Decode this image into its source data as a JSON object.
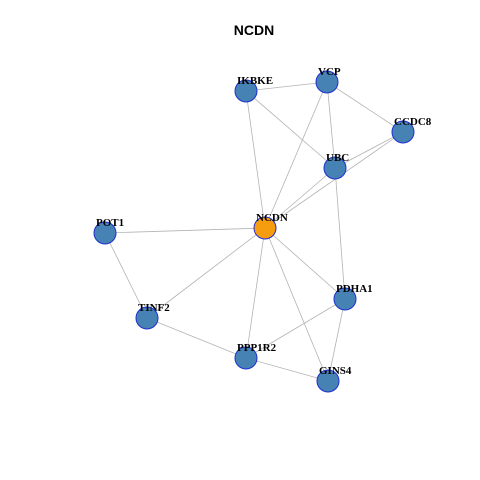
{
  "title": "NCDN",
  "colors": {
    "center_node": "#f59c0f",
    "center_border": "#8b3a1a",
    "neighbor_node": "#4682b4",
    "neighbor_border": "#1f2fcf",
    "edge": "#b3b3b3"
  },
  "nodes": [
    {
      "id": "NCDN",
      "label": "NCDN",
      "center": true
    },
    {
      "id": "VCP",
      "label": "VCP"
    },
    {
      "id": "IKBKE",
      "label": "IKBKE"
    },
    {
      "id": "CCDC8",
      "label": "CCDC8"
    },
    {
      "id": "UBC",
      "label": "UBC"
    },
    {
      "id": "POT1",
      "label": "POT1"
    },
    {
      "id": "PDHA1",
      "label": "PDHA1"
    },
    {
      "id": "TINF2",
      "label": "TINF2"
    },
    {
      "id": "PPP1R2",
      "label": "PPP1R2"
    },
    {
      "id": "GINS4",
      "label": "GINS4"
    }
  ],
  "edges": [
    [
      "IKBKE",
      "VCP"
    ],
    [
      "IKBKE",
      "UBC"
    ],
    [
      "IKBKE",
      "NCDN"
    ],
    [
      "VCP",
      "CCDC8"
    ],
    [
      "VCP",
      "UBC"
    ],
    [
      "VCP",
      "NCDN"
    ],
    [
      "CCDC8",
      "UBC"
    ],
    [
      "CCDC8",
      "NCDN"
    ],
    [
      "UBC",
      "NCDN"
    ],
    [
      "UBC",
      "PDHA1"
    ],
    [
      "POT1",
      "NCDN"
    ],
    [
      "POT1",
      "TINF2"
    ],
    [
      "NCDN",
      "TINF2"
    ],
    [
      "NCDN",
      "PDHA1"
    ],
    [
      "NCDN",
      "PPP1R2"
    ],
    [
      "NCDN",
      "GINS4"
    ],
    [
      "TINF2",
      "PPP1R2"
    ],
    [
      "PDHA1",
      "PPP1R2"
    ],
    [
      "PDHA1",
      "GINS4"
    ],
    [
      "PPP1R2",
      "GINS4"
    ]
  ]
}
